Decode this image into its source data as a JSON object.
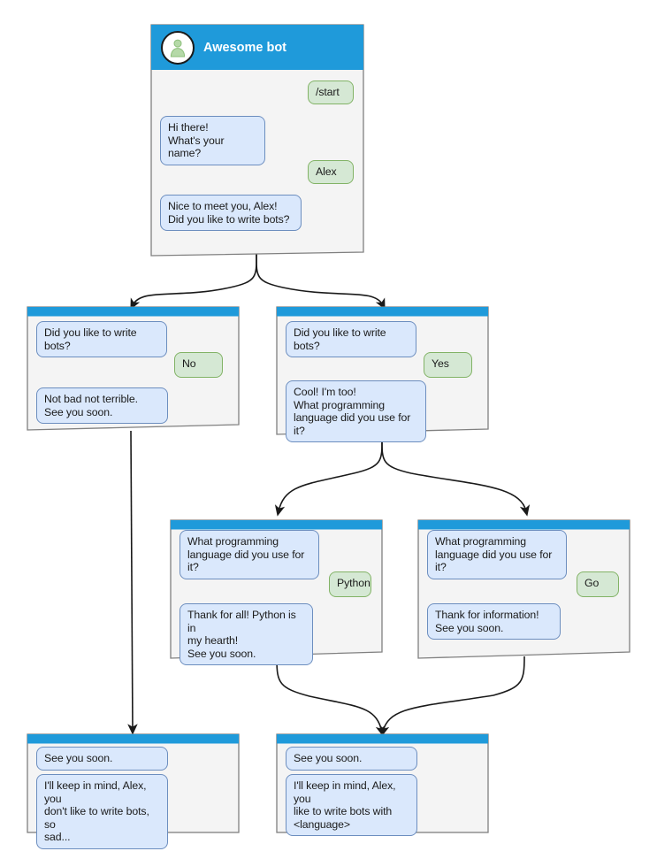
{
  "diagram": {
    "type": "bot-conversation-flow",
    "title": "Awesome bot conversation flow",
    "colors": {
      "header_blue": "#1f9ada",
      "card_fill": "#f4f4f4",
      "card_border": "#808080",
      "bot_bubble_fill": "#dae8fc",
      "bot_bubble_border": "#6c8ebf",
      "user_bubble_fill": "#d5e8d4",
      "user_bubble_border": "#82b366",
      "edge_color": "#1a1a1a",
      "avatar_silhouette": "#b5d9a8"
    }
  },
  "cards": [
    {
      "id": "start",
      "name": "card-start",
      "has_title": true,
      "title": "Awesome bot",
      "avatar_icon": "person-avatar-icon",
      "messages": [
        {
          "role": "user",
          "text": "/start"
        },
        {
          "role": "bot",
          "text": "Hi there!\nWhat's your name?"
        },
        {
          "role": "user",
          "text": "Alex"
        },
        {
          "role": "bot",
          "text": "Nice to meet you, Alex!\nDid you like to write bots?"
        }
      ]
    },
    {
      "id": "answer-no",
      "name": "card-answer-no",
      "has_title": false,
      "title": "",
      "messages": [
        {
          "role": "bot",
          "text": "Did you like to write bots?"
        },
        {
          "role": "user",
          "text": "No"
        },
        {
          "role": "bot",
          "text": "Not bad not terrible.\nSee you soon."
        }
      ]
    },
    {
      "id": "answer-yes",
      "name": "card-answer-yes",
      "has_title": false,
      "title": "",
      "messages": [
        {
          "role": "bot",
          "text": "Did you like to write bots?"
        },
        {
          "role": "user",
          "text": "Yes"
        },
        {
          "role": "bot",
          "text": "Cool! I'm too!\nWhat programming\nlanguage did you use for it?"
        }
      ]
    },
    {
      "id": "lang-python",
      "name": "card-language-python",
      "has_title": false,
      "title": "",
      "messages": [
        {
          "role": "bot",
          "text": "What programming\nlanguage did you use for it?"
        },
        {
          "role": "user",
          "text": "Python"
        },
        {
          "role": "bot",
          "text": "Thank for all! Python is in\nmy hearth!\nSee you soon."
        }
      ]
    },
    {
      "id": "lang-go",
      "name": "card-language-go",
      "has_title": false,
      "title": "",
      "messages": [
        {
          "role": "bot",
          "text": "What programming\nlanguage did you use for it?"
        },
        {
          "role": "user",
          "text": "Go"
        },
        {
          "role": "bot",
          "text": "Thank for information!\nSee you soon."
        }
      ]
    },
    {
      "id": "end-sad",
      "name": "card-end-sad",
      "has_title": false,
      "title": "",
      "messages": [
        {
          "role": "bot",
          "text": "See you soon."
        },
        {
          "role": "bot",
          "text": "I'll keep in mind, Alex, you\ndon't like to write bots, so\nsad..."
        }
      ]
    },
    {
      "id": "end-happy",
      "name": "card-end-happy",
      "has_title": false,
      "title": "",
      "messages": [
        {
          "role": "bot",
          "text": "See you soon."
        },
        {
          "role": "bot",
          "text": "I'll keep in mind, Alex, you\nlike to write bots with\n<language>"
        }
      ]
    }
  ]
}
